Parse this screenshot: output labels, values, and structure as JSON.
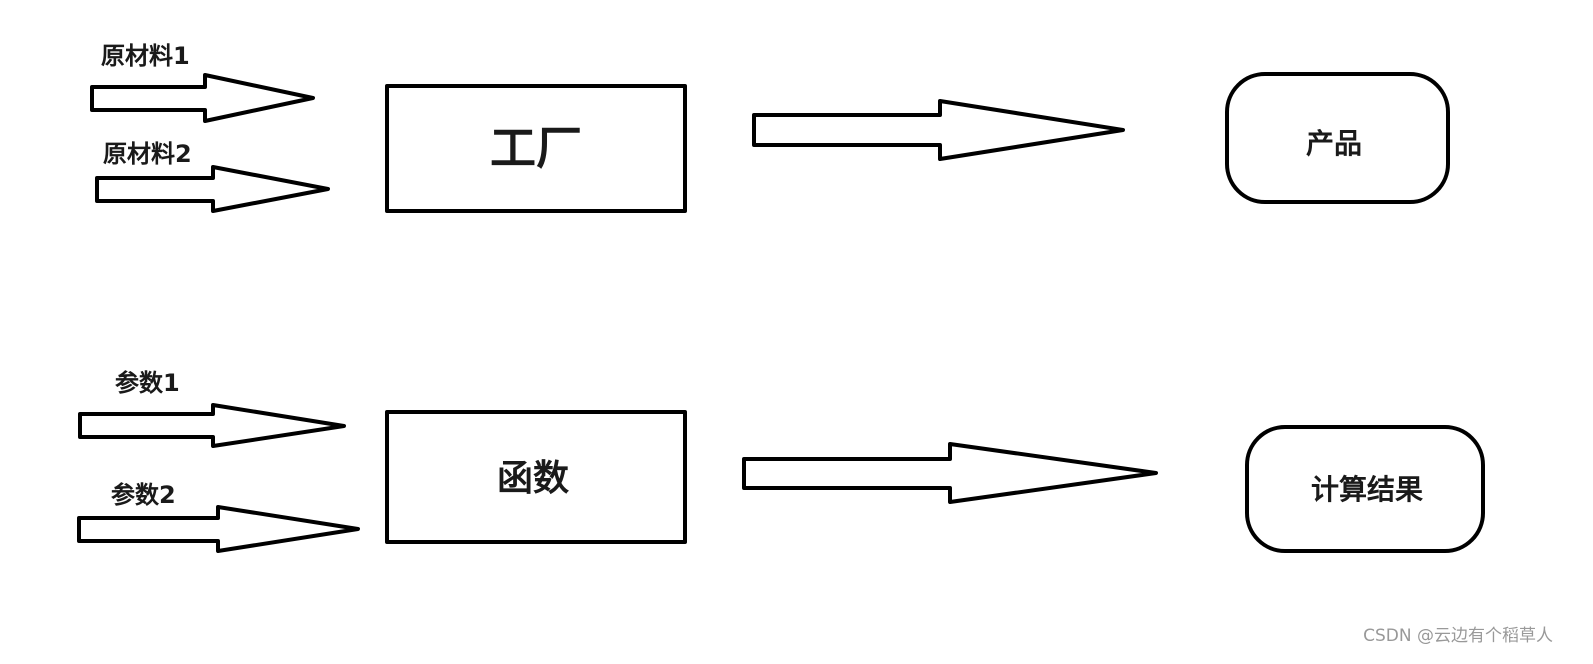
{
  "colors": {
    "stroke": "#000000",
    "text": "#1a1a1a",
    "watermark": "#999999",
    "background": "#ffffff"
  },
  "top_row": {
    "input1": "原材料1",
    "input2": "原材料2",
    "process": "工厂",
    "output": "产品"
  },
  "bottom_row": {
    "input1": "参数1",
    "input2": "参数2",
    "process": "函数",
    "output": "计算结果"
  },
  "watermark": "CSDN @云边有个稻草人"
}
